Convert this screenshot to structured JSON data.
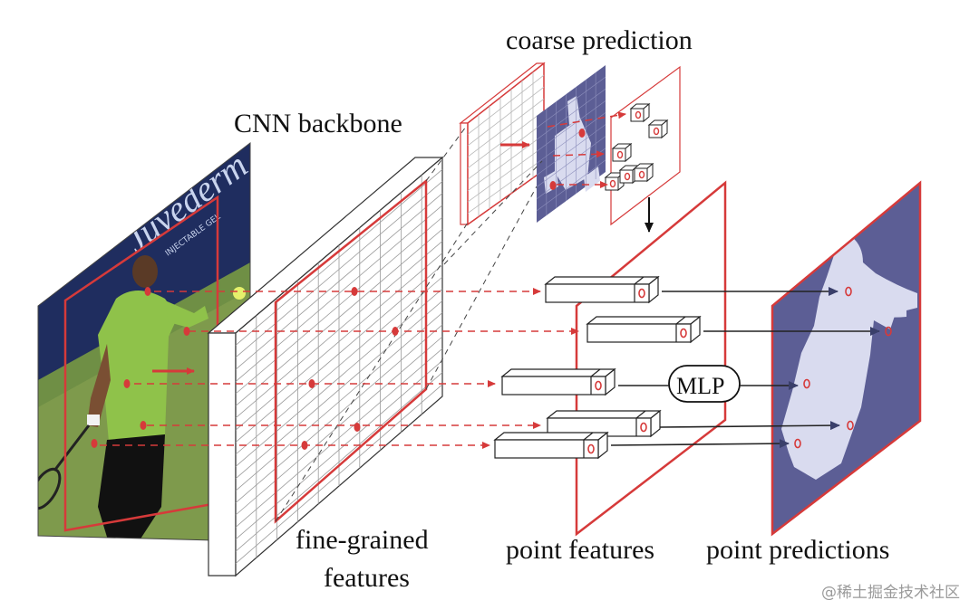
{
  "labels": {
    "coarse_prediction": "coarse prediction",
    "cnn_backbone": "CNN backbone",
    "fine_grained_line1": "fine-grained",
    "fine_grained_line2": "features",
    "point_features": "point features",
    "point_predictions": "point predictions",
    "mlp": "MLP"
  },
  "photo_text": {
    "banner_sub": "INJECTABLE GEL"
  },
  "watermark": "@稀土掘金技术社区",
  "colors": {
    "accent_red": "#d63a3a",
    "mask_background": "#5c5e95",
    "mask_foreground": "#d9dbef",
    "court_green": "#7e9a4c",
    "shirt_green": "#8fc24a",
    "banner_navy": "#1f2d5f",
    "grid_line": "#9a9a9a",
    "arrow_dark": "#222222"
  }
}
